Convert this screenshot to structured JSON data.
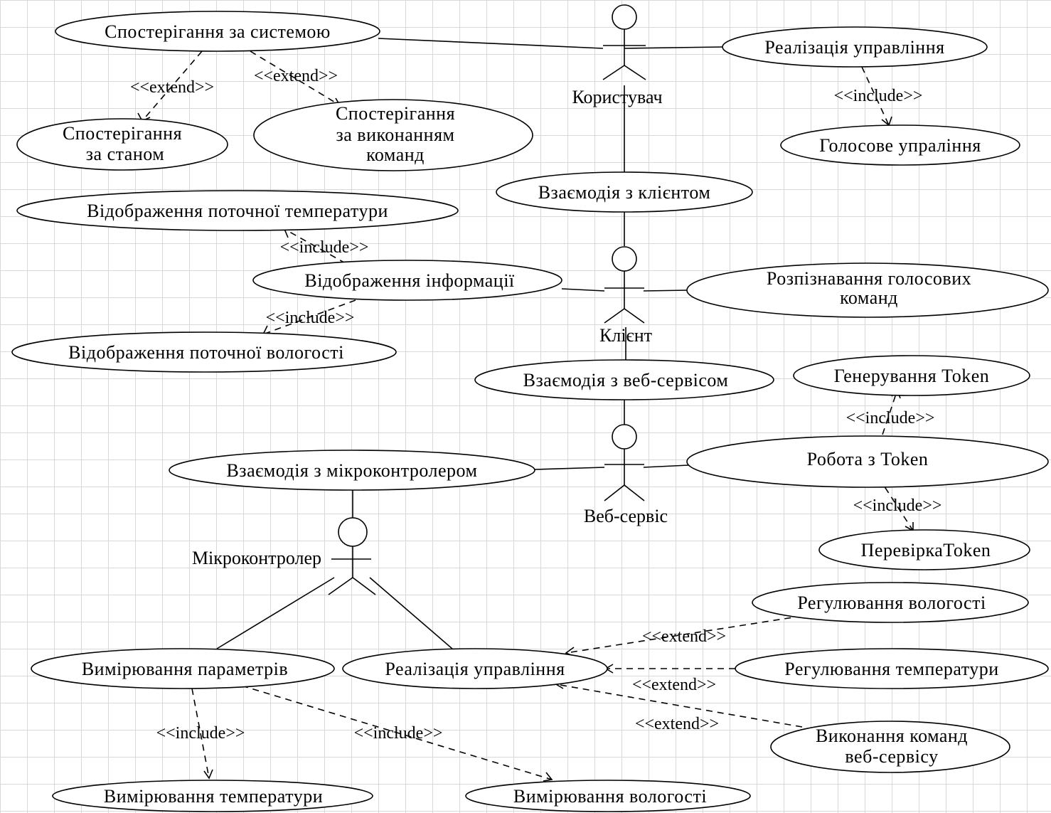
{
  "actors": {
    "user": "Користувач",
    "client": "Клієнт",
    "web_service": "Веб-сервіс",
    "microcontroller": "Мікроконтролер"
  },
  "use_cases": {
    "system_monitoring": "Спостерігання за системою",
    "state_monitoring": [
      "Спостерігання",
      "за станом"
    ],
    "command_monitoring": [
      "Спостерігання",
      "за виконанням",
      "команд"
    ],
    "control_user": "Реалізація управління",
    "voice_control": "Голосове упраління",
    "client_interaction": "Взаємодія з клієнтом",
    "show_temperature": "Відображення поточної температури",
    "show_info": "Відображення інформації",
    "show_humidity": "Відображення поточної вологості",
    "voice_recognition": [
      "Розпізнавання голосових",
      "команд"
    ],
    "web_interaction": "Взаємодія з веб-сервісом",
    "token_generate": "Генерування Token",
    "token_work": "Робота з Token",
    "token_check": "ПеревіркаToken",
    "mcu_interaction": "Взаємодія з мікроконтролером",
    "humidity_regulation": "Регулювання вологості",
    "measure_params": "Вимірювання параметрів",
    "control_mcu": "Реалізація управління",
    "temperature_regulation": "Регулювання температури",
    "web_commands": [
      "Виконання команд",
      "веб-сервісу"
    ],
    "measure_temperature": "Вимірювання температури",
    "measure_humidity": "Вимірювання вологості"
  },
  "relations": {
    "extend": "<<extend>>",
    "include": "<<include>>"
  }
}
